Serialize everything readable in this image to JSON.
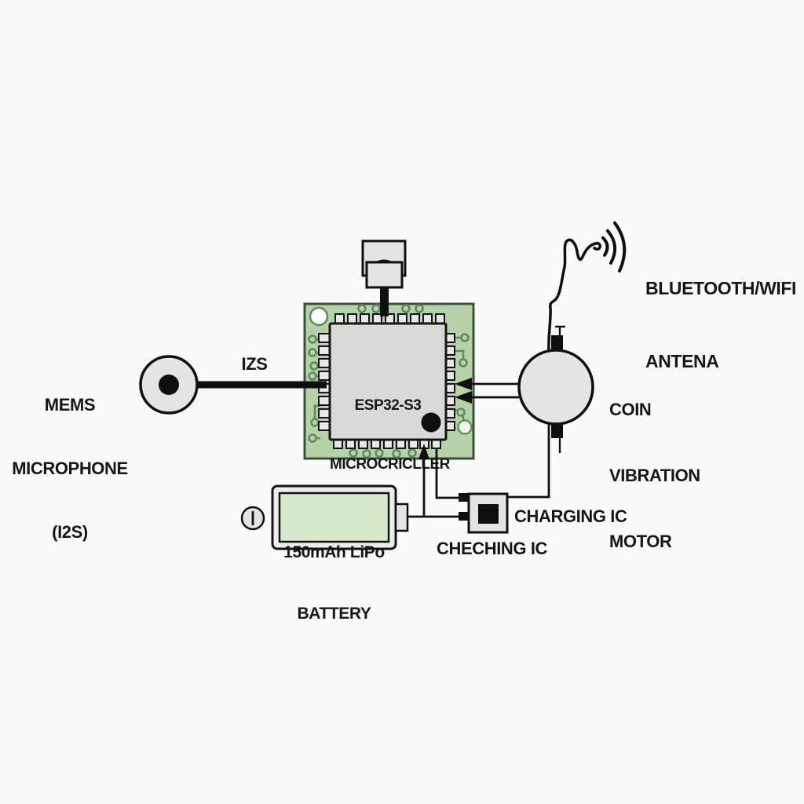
{
  "labels": {
    "microphone": [
      "MEMS",
      "MICROPHONE",
      "(I2S)"
    ],
    "bus": "IZS",
    "chip": [
      "ESP32-S3",
      "MICROCRICLLER"
    ],
    "antenna": [
      "BLUETOOTH/WIFI",
      "ANTENA"
    ],
    "motor": [
      "COIN",
      "VIBRATION",
      "MOTOR"
    ],
    "battery": [
      "150mAh LiPo",
      "BATTERY"
    ],
    "charging_ic": "CHARGING IC",
    "checking_ic": "CHECHING IC"
  },
  "icons": {
    "microphone": "mems-microphone-symbol",
    "button": "push-button-symbol",
    "antenna": "antenna-wire-and-wifi-waves-icon",
    "motor": "coin-vibration-motor-symbol",
    "battery": "lipo-battery-symbol",
    "power": "power-indicator-icon",
    "charging_ic": "charging-ic-symbol",
    "pcb": "esp32-pcb-board"
  },
  "colors": {
    "background": "#fafaf8",
    "pcb_fill": "#b7d2aa",
    "pcb_border": "#3a523a",
    "trace": "#5d8a5d",
    "component_fill": "#e4e4e4",
    "chip_fill": "#d9d9d9",
    "battery_inner": "#d6e8c9",
    "line": "#0f0f0f"
  }
}
